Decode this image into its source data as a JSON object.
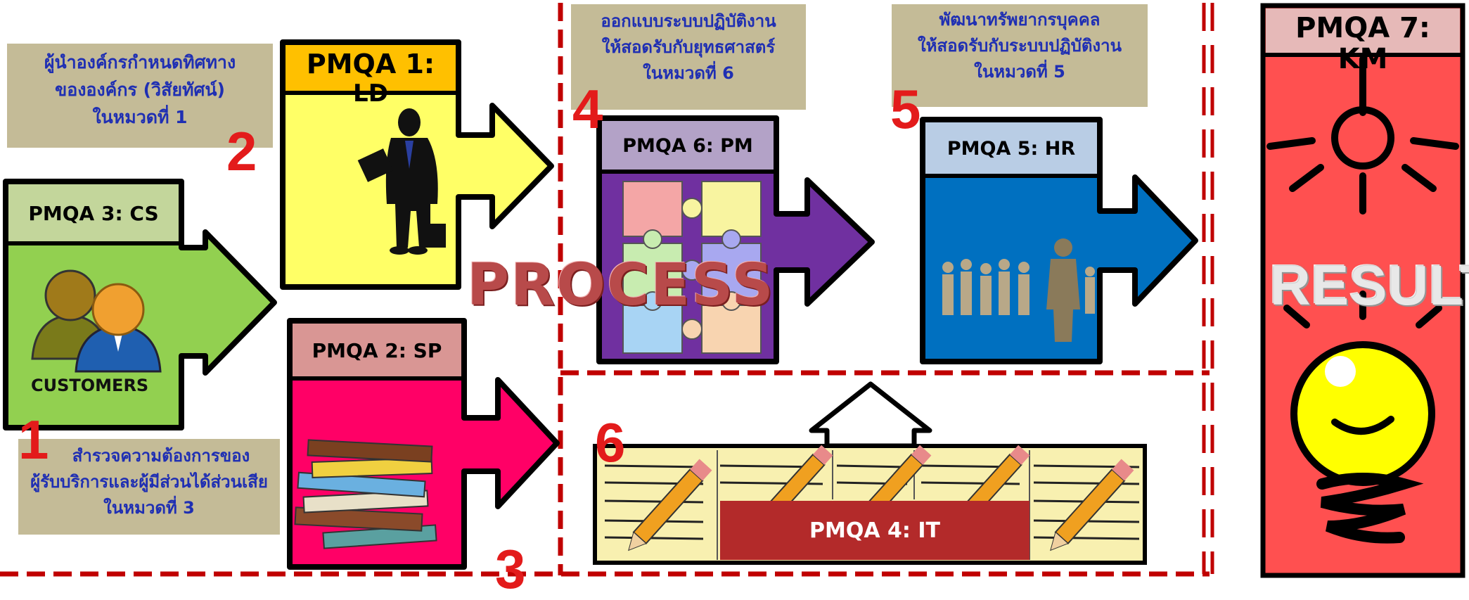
{
  "steps": [
    {
      "number": "1",
      "lines": [
        "สำรวจความต้องการของ",
        "ผู้รับบริการและผู้มีส่วนได้ส่วนเสีย",
        "ในหมวดที่ 3"
      ]
    },
    {
      "number": "2",
      "lines": [
        "ผู้นำองค์กรกำหนดทิศทาง",
        "ขององค์กร (วิสัยทัศน์)",
        "ในหมวดที่ 1"
      ]
    },
    {
      "number": "3",
      "lines": []
    },
    {
      "number": "4",
      "lines": [
        "ออกแบบระบบปฏิบัติงาน",
        "ให้สอดรับกับยุทธศาสตร์",
        "ในหมวดที่ 6"
      ]
    },
    {
      "number": "5",
      "lines": [
        "พัฒนาทรัพยากรบุคคล",
        "ให้สอดรับกับระบบปฏิบัติงาน",
        "ในหมวดที่ 5"
      ]
    },
    {
      "number": "6",
      "lines": []
    }
  ],
  "modules": {
    "cs": {
      "label": "PMQA 3: CS",
      "caption": "CUSTOMERS",
      "color": "#92d050",
      "header_color": "#c3d69b"
    },
    "ld": {
      "label_line1": "PMQA 1:",
      "label_line2": "LD",
      "color": "#ffff66",
      "header_color": "#ffc000"
    },
    "sp": {
      "label": "PMQA 2: SP",
      "color": "#ff0066",
      "header_color": "#d99694"
    },
    "pm": {
      "label": "PMQA 6: PM",
      "color": "#7030a0",
      "header_color": "#b3a2c7"
    },
    "hr": {
      "label": "PMQA 5: HR",
      "color": "#0070c0",
      "header_color": "#b9cde5"
    },
    "it": {
      "label": "PMQA 4: IT",
      "color": "#b32a2a"
    },
    "km": {
      "label_line1": "PMQA 7:",
      "label_line2": "KM",
      "color": "#ff5050",
      "header_color": "#e6b9b8"
    }
  },
  "overlays": {
    "process": "PROCESS",
    "result": "RESULT"
  },
  "colors": {
    "dashed_border": "#c00000",
    "step_number": "#e31b1b",
    "tan_box": "#c4bb97",
    "thai_text": "#1f2fb3"
  }
}
